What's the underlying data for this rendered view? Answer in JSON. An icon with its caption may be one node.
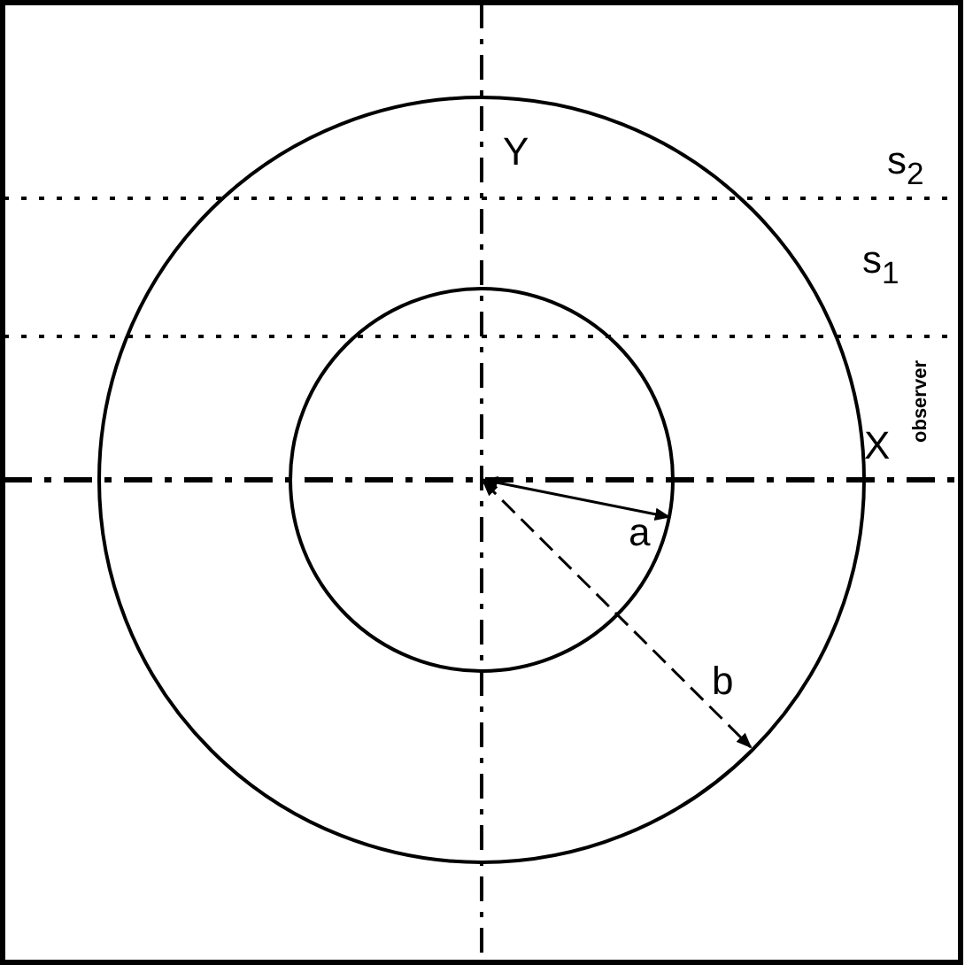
{
  "diagram": {
    "labels": [
      "Y",
      "s$_{2}$",
      "s$_{1}$",
      "observer",
      "X",
      "a",
      "b"
    ]
  }
}
